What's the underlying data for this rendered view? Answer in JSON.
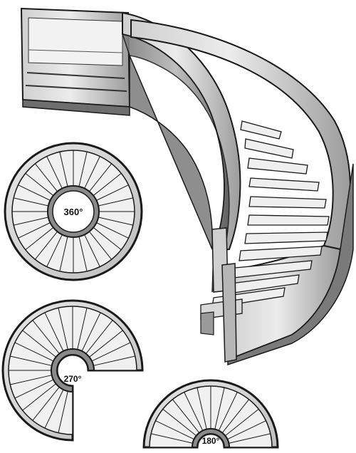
{
  "labels": {
    "full_turn": "360°",
    "three_quarter_turn": "270°",
    "half_turn": "180°"
  },
  "colors": {
    "paper": "#ffffff",
    "metal_light": "#dcdcdc",
    "metal_mid": "#a9a9a9",
    "metal_dark": "#4a4a4a",
    "ink": "#1a1a1a"
  },
  "plans": [
    {
      "name": "full-turn-plan",
      "sweep_degrees": 360,
      "tread_count": 28
    },
    {
      "name": "three-quarter-turn-plan",
      "sweep_degrees": 270,
      "tread_count": 21
    },
    {
      "name": "half-turn-plan",
      "sweep_degrees": 180,
      "tread_count": 14
    }
  ]
}
